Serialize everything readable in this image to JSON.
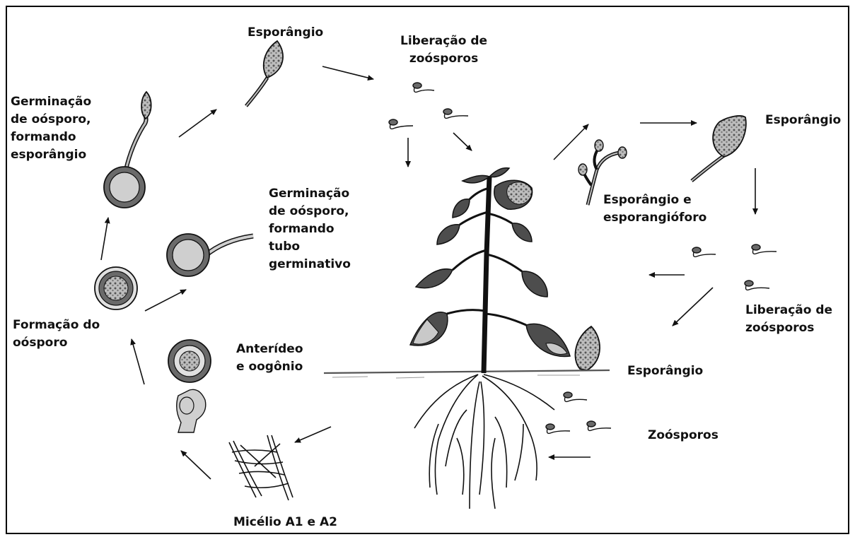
{
  "labels": {
    "sporangium_top": "Esporângio",
    "zoospore_release_top": "Liberação de\nzoósporos",
    "oospore_germ_sporangium": "Germinação\nde oósporo,\nformando\nesporângio",
    "oospore_germ_tube": "Germinação\nde oósporo,\nformando\ntubo\ngerminativo",
    "oospore_formation": "Formação do\noósporo",
    "antheridium_oogonium": "Anterídeo\ne oogônio",
    "mycelium": "Micélio A1 e A2",
    "sporangium_right": "Esporângio",
    "sporangium_sporangiophore": "Esporângio e\nesporangióforo",
    "zoospore_release_right": "Liberação de\nzoósporos",
    "sporangium_soil": "Esporângio",
    "zoospores": "Zoósporos"
  },
  "colors": {
    "ink": "#111111",
    "leaf_fill": "#4d4d4d",
    "lesion_fill": "#c9c9c9",
    "cell_fill": "#bdbdbd",
    "oospore_wall": "#6a6a6a"
  }
}
